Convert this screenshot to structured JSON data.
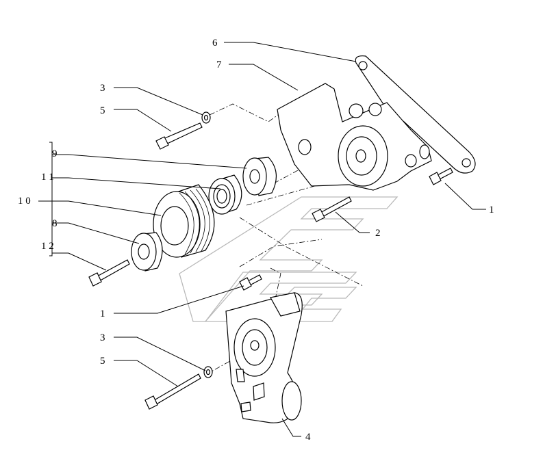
{
  "callouts": [
    {
      "id": "c6",
      "text": "6"
    },
    {
      "id": "c7",
      "text": "7"
    },
    {
      "id": "c3a",
      "text": "3"
    },
    {
      "id": "c5a",
      "text": "5"
    },
    {
      "id": "c9",
      "text": "9"
    },
    {
      "id": "c11",
      "text": "1 1"
    },
    {
      "id": "c10",
      "text": "1 0"
    },
    {
      "id": "c8",
      "text": "8"
    },
    {
      "id": "c12",
      "text": "1 2"
    },
    {
      "id": "c1a",
      "text": "1"
    },
    {
      "id": "c2",
      "text": "2"
    },
    {
      "id": "c1b",
      "text": "1"
    },
    {
      "id": "c3b",
      "text": "3"
    },
    {
      "id": "c5b",
      "text": "5"
    },
    {
      "id": "c4",
      "text": "4"
    }
  ],
  "parts": [
    "bracket",
    "support",
    "tensioner",
    "idler-pulley",
    "bearing",
    "pulley",
    "flange-pulley",
    "bolt",
    "washer"
  ],
  "colors": {
    "line": "#000000",
    "watermark": "#b9b9b9",
    "background": "#ffffff"
  }
}
